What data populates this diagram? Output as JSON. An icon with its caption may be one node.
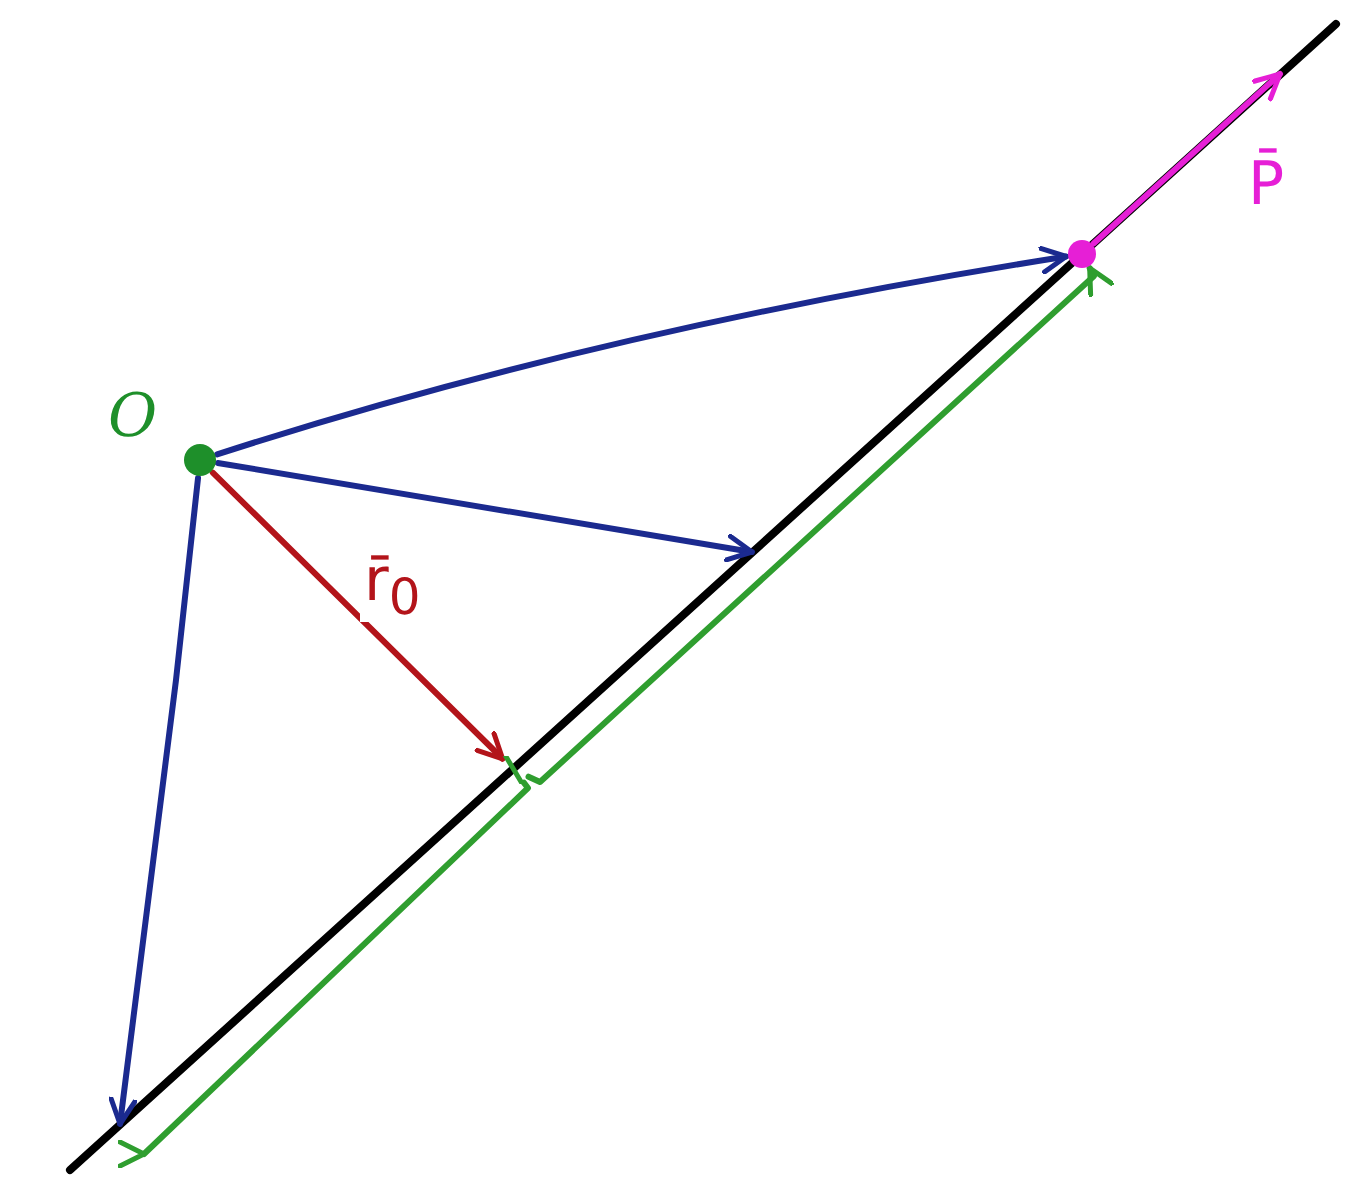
{
  "diagram": {
    "nodes": [
      {
        "text": [],
        "shape": "circle",
        "beside": [
          "O"
        ]
      },
      {
        "text": [],
        "shape": "circle"
      },
      {
        "text": [],
        "shape": "tick"
      }
    ],
    "edges": [
      {
        "from": 0,
        "to": null,
        "arrow": "to"
      },
      {
        "from": 0,
        "to": null,
        "arrow": "to"
      },
      {
        "from": 0,
        "to": 1,
        "arrow": "to"
      },
      {
        "from": 0,
        "to": 2,
        "arrow": "to",
        "label": "r̄$_{0}$",
        "color": "#b3141a"
      },
      {
        "from": 2,
        "to": 1,
        "arrow": "to",
        "color": "#2f9e2f"
      },
      {
        "from": 2,
        "to": null,
        "arrow": "to",
        "color": "#2f9e2f"
      },
      {
        "from": 1,
        "to": null,
        "arrow": "to",
        "label": "P̄",
        "color": "#e61fd6"
      }
    ]
  }
}
